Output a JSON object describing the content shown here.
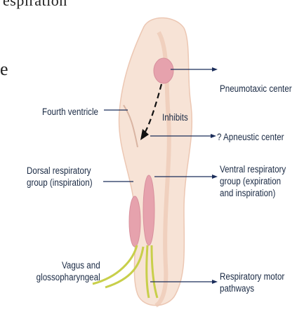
{
  "fragments": {
    "top": "espiration",
    "left": "e"
  },
  "labels": {
    "pneumotaxic": "Pneumotaxic center",
    "fourth_ventricle": "Fourth ventricle",
    "inhibits": "Inhibits",
    "apneustic": "? Apneustic center",
    "dorsal_line1": "Dorsal respiratory",
    "dorsal_line2": "group (inspiration)",
    "ventral_line1": "Ventral respiratory",
    "ventral_line2": "group (expiration",
    "ventral_line3": "and inspiration)",
    "vagus_line1": "Vagus and",
    "vagus_line2": "glossopharyngeal",
    "motor_line1": "Respiratory motor",
    "motor_line2": "pathways"
  },
  "colors": {
    "brainstem": "#f7e3d6",
    "brainstem_shade": "#ecc7b3",
    "center": "#e6a2ad",
    "nerve": "#c8cf4a",
    "line": "#1b2d5a"
  }
}
